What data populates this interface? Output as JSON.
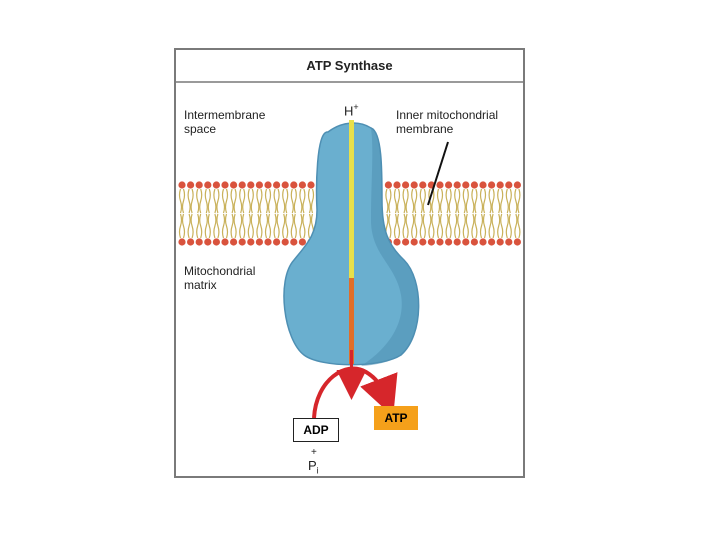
{
  "figure": {
    "title": "ATP Synthase",
    "labels": {
      "intermembrane_space": [
        "Intermembrane",
        "space"
      ],
      "inner_membrane": [
        "Inner mitochondrial",
        "membrane"
      ],
      "matrix": [
        "Mitochondrial",
        "matrix"
      ],
      "proton": "H",
      "proton_charge": "+",
      "adp": "ADP",
      "plus": "+",
      "pi": "P",
      "pi_sub": "i",
      "atp": "ATP"
    },
    "colors": {
      "protein": "#6aafcf",
      "protein_shadow": "#4e8fb3",
      "lipid_head": "#d9533d",
      "lipid_tail": "#c9b15a",
      "proton_channel": "#e8e04a",
      "arrow": "#d6262b",
      "atp_box": "#f5a01a"
    }
  }
}
